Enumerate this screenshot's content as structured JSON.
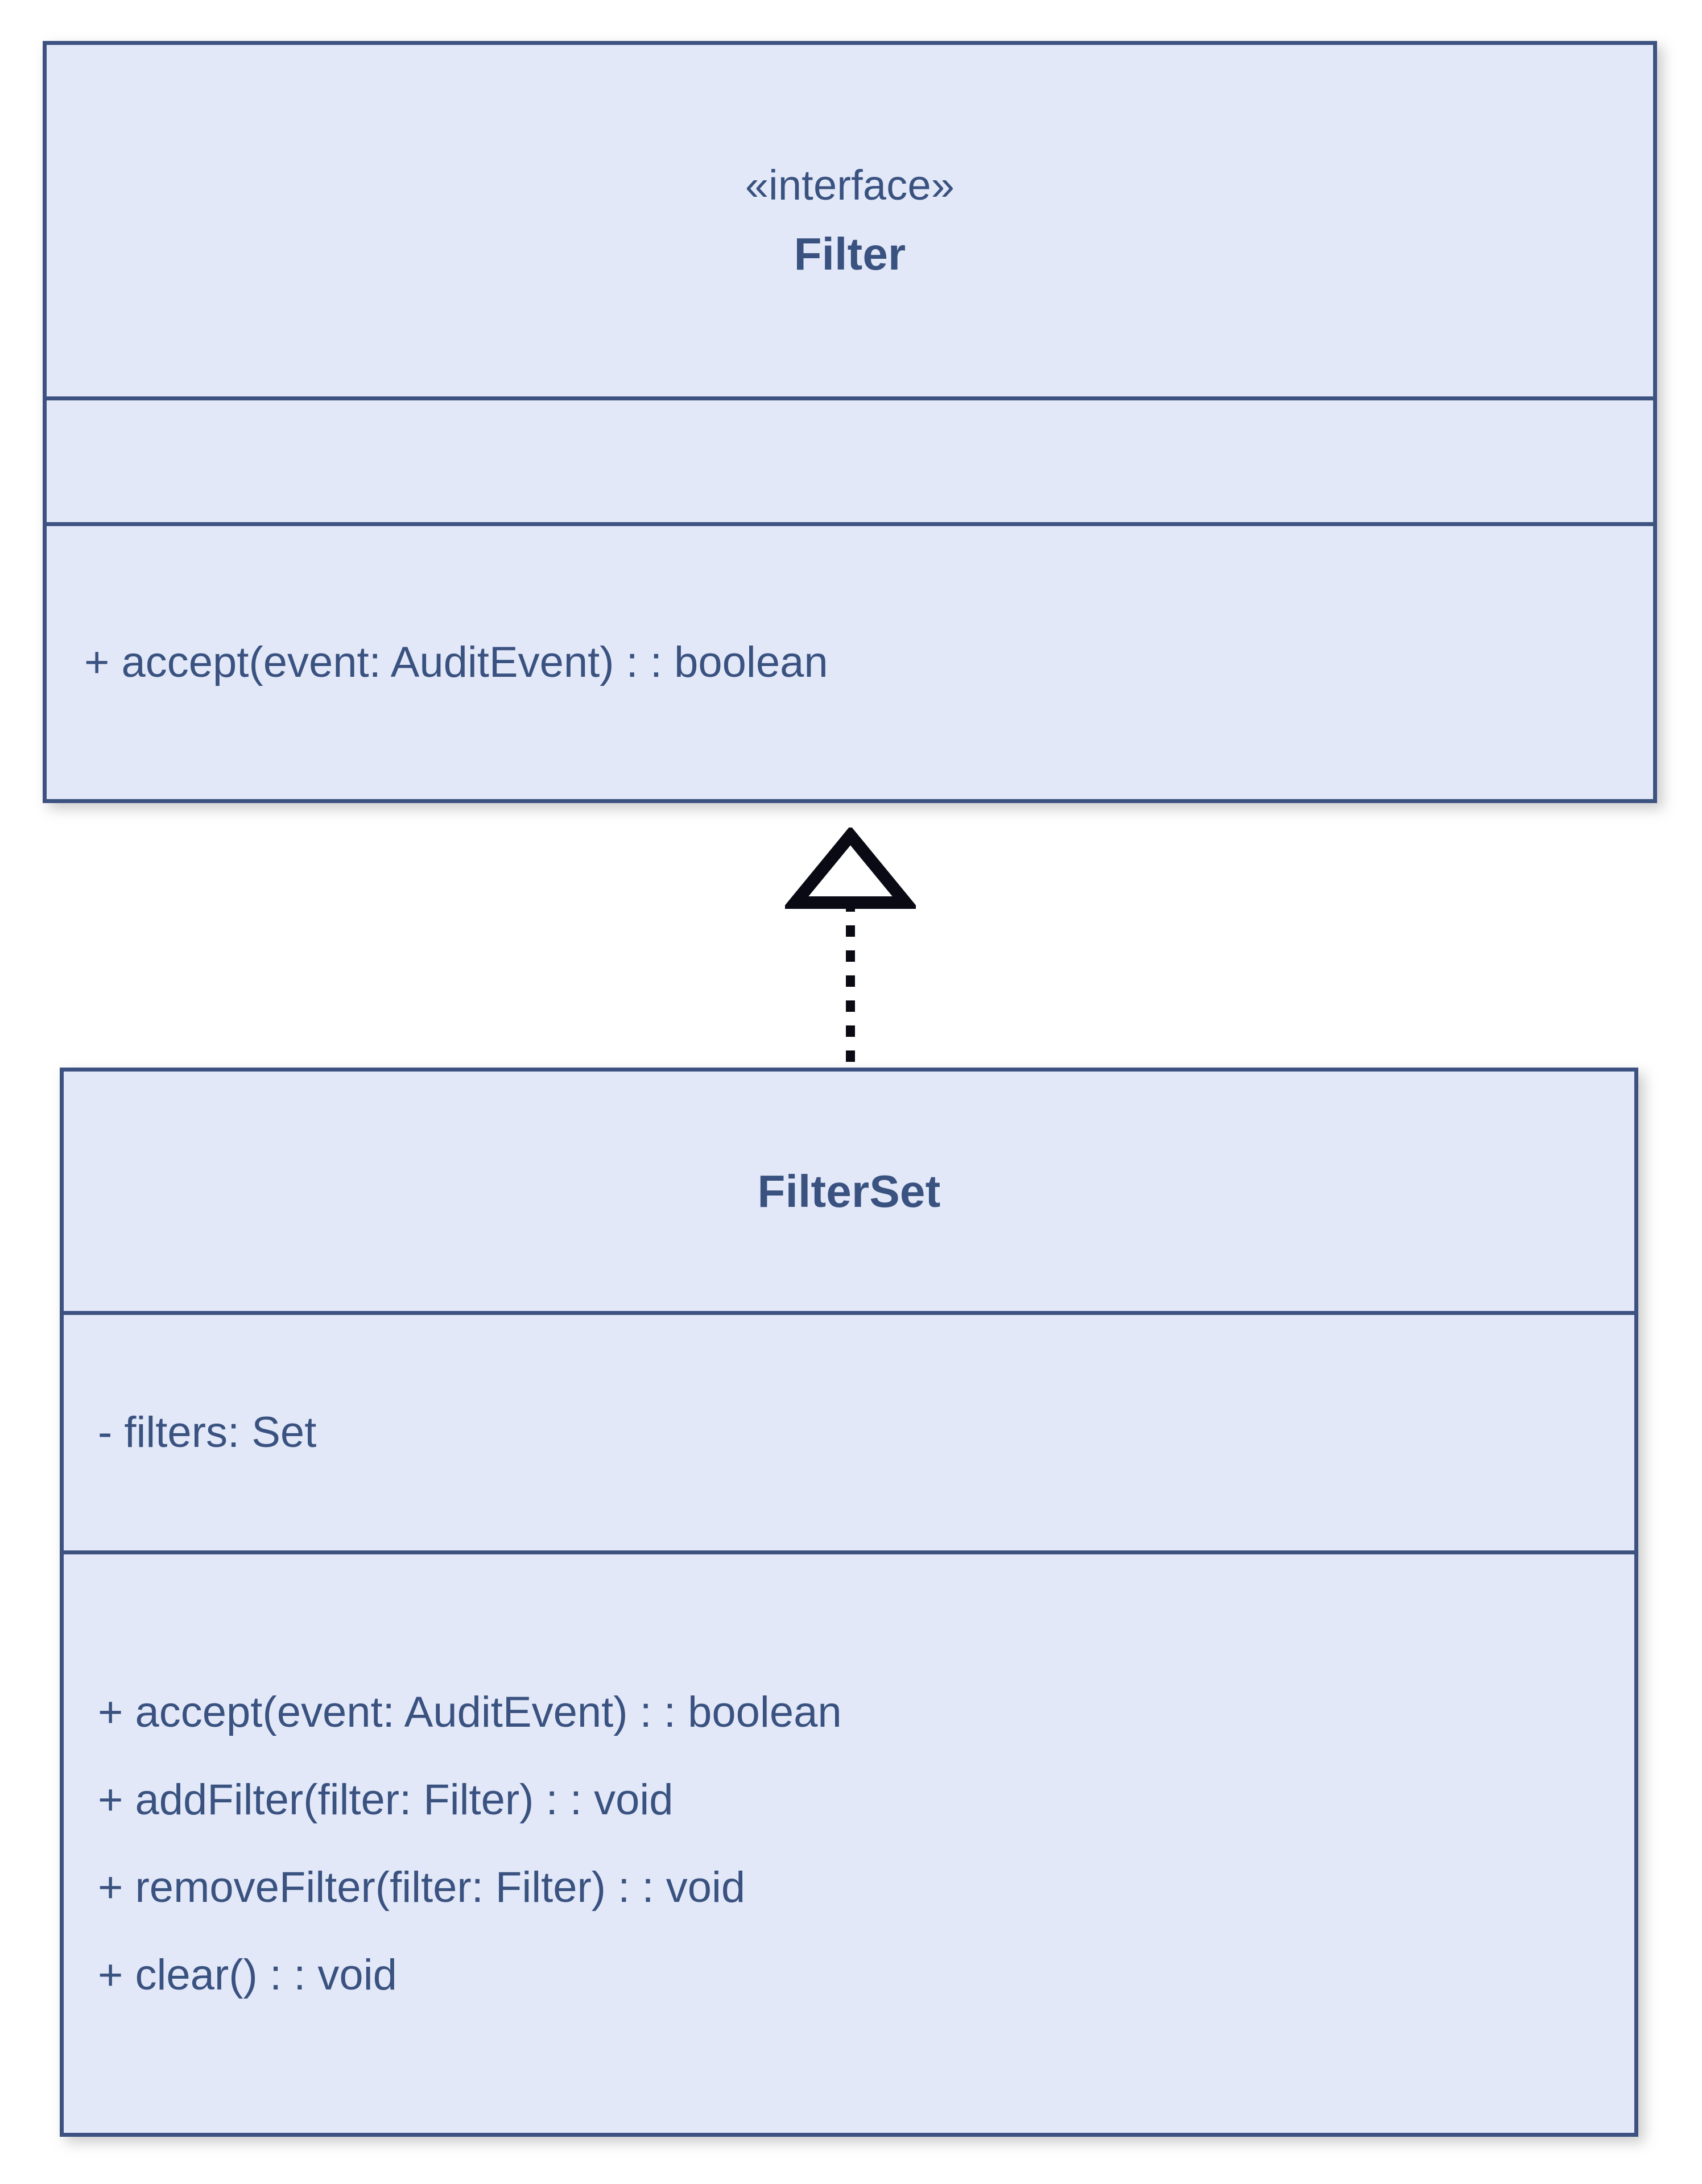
{
  "diagram": {
    "type": "uml-class-diagram",
    "background_color": "#ffffff",
    "box_fill_color": "#e2e8f8",
    "box_border_color": "#3d5280",
    "text_color": "#3a5280",
    "connector_color": "#000000"
  },
  "classes": [
    {
      "id": "filter",
      "stereotype": "«interface»",
      "name": "Filter",
      "attributes": [],
      "methods": [
        "+ accept(event: AuditEvent) : : boolean"
      ]
    },
    {
      "id": "filterset",
      "stereotype": "",
      "name": "FilterSet",
      "attributes": [
        "- filters: Set"
      ],
      "methods": [
        "+ accept(event: AuditEvent) : : boolean",
        "+ addFilter(filter: Filter) : : void",
        "+ removeFilter(filter: Filter) : : void",
        "+ clear() : : void"
      ]
    }
  ],
  "relationships": [
    {
      "kind": "realization",
      "label": "",
      "from": "FilterSet",
      "to": "Filter",
      "line_style": "dashed",
      "arrow_head": "hollow-triangle"
    }
  ]
}
